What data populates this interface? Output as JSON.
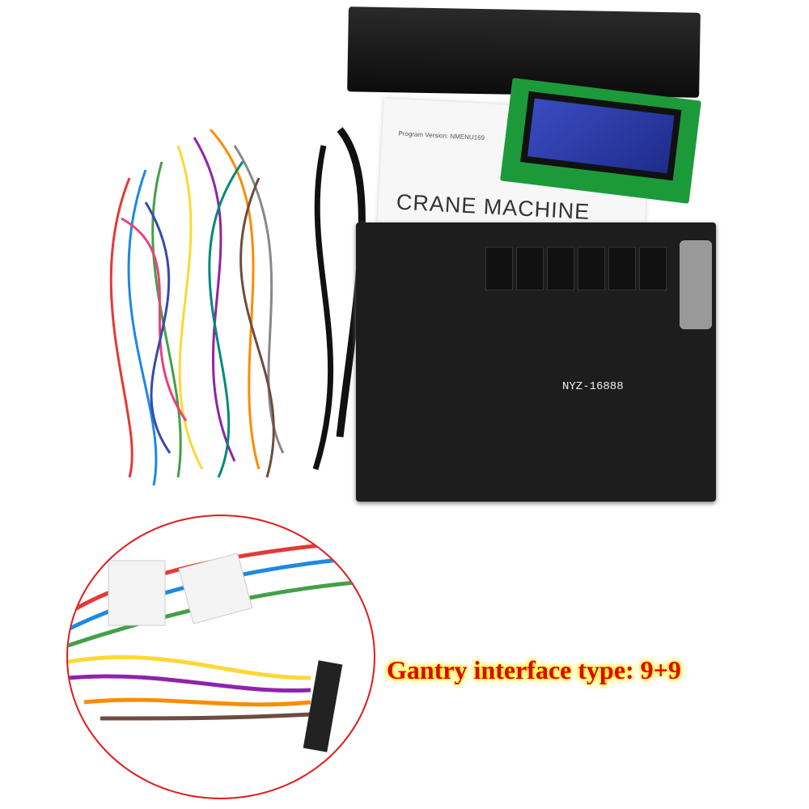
{
  "manual": {
    "program_version": "Program Version: NMENU169",
    "title": "CRANE MACHINE"
  },
  "board": {
    "model_label": "NYZ-16888"
  },
  "caption": {
    "text": "Gantry interface type: 9+9",
    "color": "#e00000",
    "glow_color": "#ffea00"
  },
  "inset": {
    "border_color": "#e21b1b"
  }
}
